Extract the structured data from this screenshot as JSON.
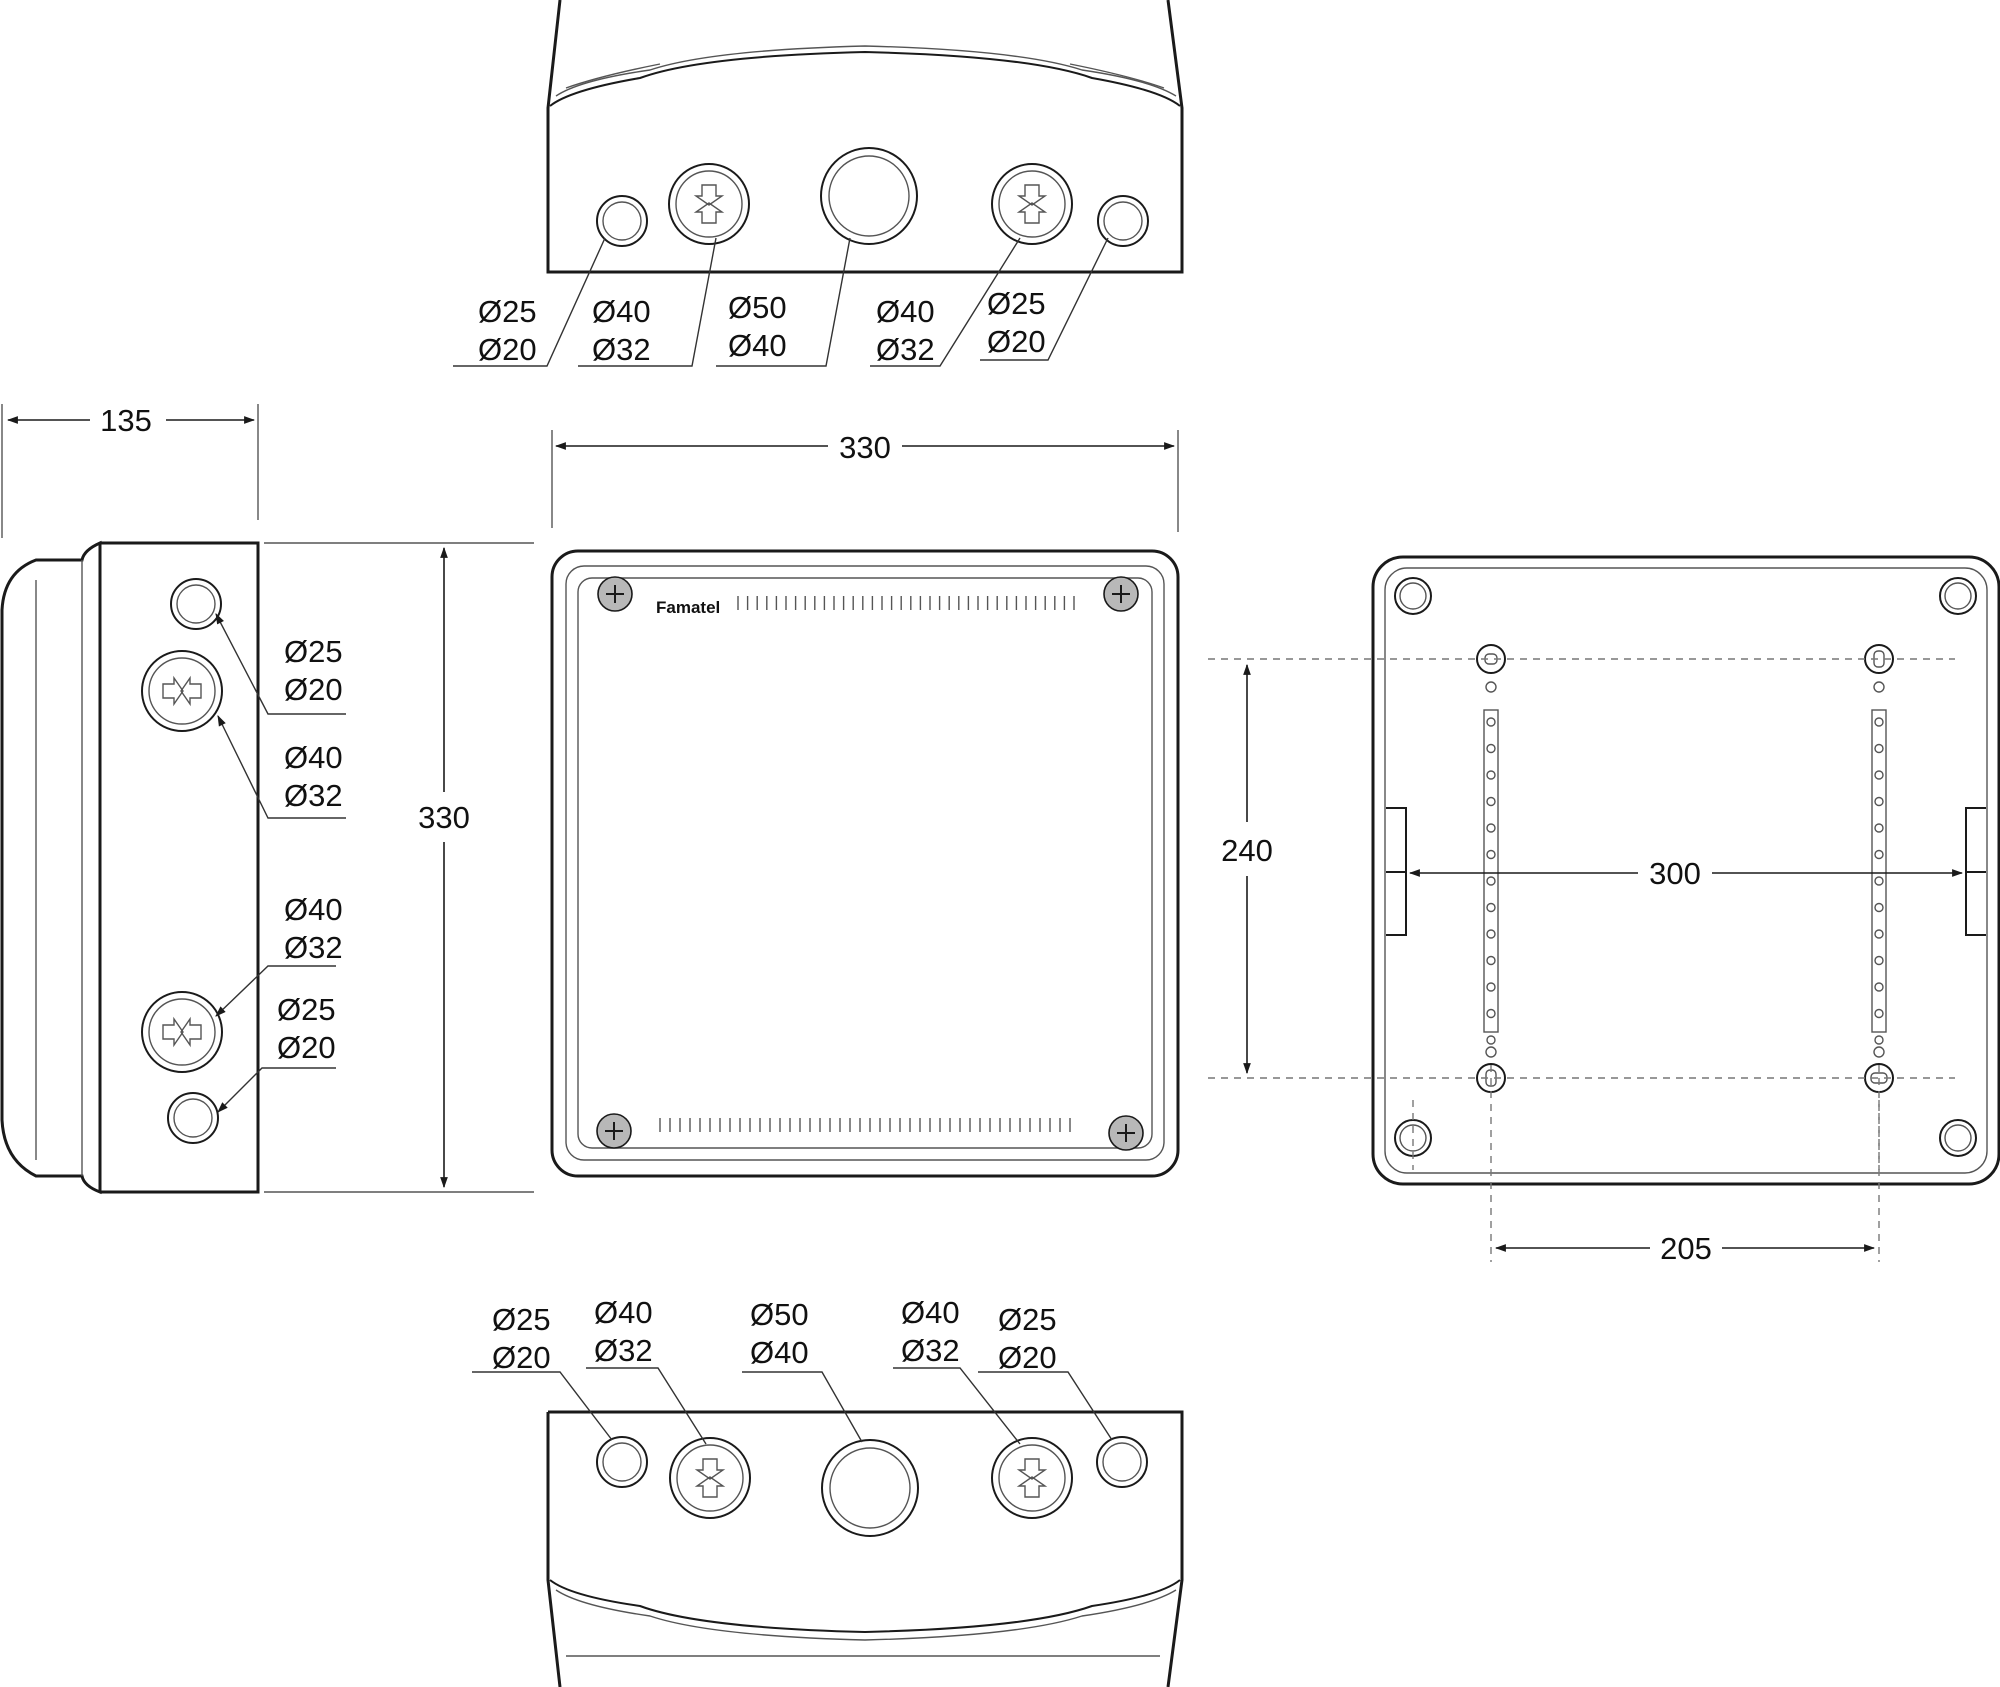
{
  "brand": "Famatel",
  "dimensions": {
    "depth": "135",
    "width": "330",
    "height": "330",
    "mount_vertical": "240",
    "mount_horizontal": "300",
    "mount_spacing": "205"
  },
  "top_view_labels": [
    {
      "a": "Ø25",
      "b": "Ø20"
    },
    {
      "a": "Ø40",
      "b": "Ø32"
    },
    {
      "a": "Ø50",
      "b": "Ø40"
    },
    {
      "a": "Ø40",
      "b": "Ø32"
    },
    {
      "a": "Ø25",
      "b": "Ø20"
    }
  ],
  "side_view_labels": [
    {
      "a": "Ø25",
      "b": "Ø20"
    },
    {
      "a": "Ø40",
      "b": "Ø32"
    },
    {
      "a": "Ø40",
      "b": "Ø32"
    },
    {
      "a": "Ø25",
      "b": "Ø20"
    }
  ],
  "bottom_view_labels": [
    {
      "a": "Ø25",
      "b": "Ø20"
    },
    {
      "a": "Ø40",
      "b": "Ø32"
    },
    {
      "a": "Ø50",
      "b": "Ø40"
    },
    {
      "a": "Ø40",
      "b": "Ø32"
    },
    {
      "a": "Ø25",
      "b": "Ø20"
    }
  ]
}
